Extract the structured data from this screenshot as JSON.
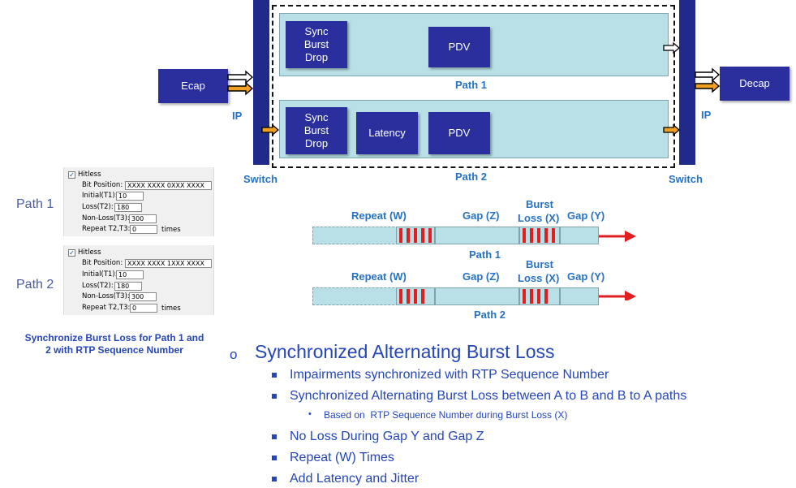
{
  "diagram": {
    "ecap_label": "Ecap",
    "decap_label": "Decap",
    "ip_left": "IP",
    "ip_right": "IP",
    "switch_left": "Switch",
    "switch_right": "Switch",
    "path1_label": "Path 1",
    "path2_label": "Path 2",
    "path1_blocks": [
      "Sync\nBurst\nDrop",
      "PDV"
    ],
    "path2_blocks": [
      "Sync\nBurst\nDrop",
      "Latency",
      "PDV"
    ]
  },
  "config_panels": [
    {
      "side_label": "Path 1",
      "hitless_label": "Hitless",
      "bit_position_label": "Bit Position:",
      "bit_position_value": "XXXX XXXX 0XXX XXXX",
      "initial_label": "Initial(T1):",
      "initial_value": "10",
      "loss_label": "Loss(T2):",
      "loss_value": "180",
      "nonloss_label": "Non-Loss(T3):",
      "nonloss_value": "300",
      "repeat_label": "Repeat T2,T3:",
      "repeat_value": "0",
      "times_label": "times"
    },
    {
      "side_label": "Path 2",
      "hitless_label": "Hitless",
      "bit_position_label": "Bit Position:",
      "bit_position_value": "XXXX XXXX 1XXX XXXX",
      "initial_label": "Initial(T1):",
      "initial_value": "10",
      "loss_label": "Loss(T2):",
      "loss_value": "180",
      "nonloss_label": "Non-Loss(T3):",
      "nonloss_value": "300",
      "repeat_label": "Repeat T2,T3:",
      "repeat_value": "0",
      "times_label": "times"
    }
  ],
  "caption": "Synchronize Burst Loss for Path 1 and\n2 with RTP Sequence Number",
  "timelines": [
    {
      "repeat_label": "Repeat (W)",
      "gap_z_label": "Gap (Z)",
      "burst_label_1": "Burst",
      "burst_label_2": "Loss (X)",
      "gap_y_label": "Gap (Y)",
      "path_label": "Path 1"
    },
    {
      "repeat_label": "Repeat (W)",
      "gap_z_label": "Gap (Z)",
      "burst_label_1": "Burst",
      "burst_label_2": "Loss (X)",
      "gap_y_label": "Gap (Y)",
      "path_label": "Path 2"
    }
  ],
  "bullets": {
    "marker": "o",
    "heading": "Synchronized Alternating Burst Loss",
    "items": [
      "Impairments synchronized with RTP Sequence Number",
      "Synchronized Alternating Burst Loss between A to B and B to A paths",
      "No Loss During Gap Y and Gap Z",
      "Repeat (W) Times",
      "Add Latency and Jitter"
    ],
    "sub_bullet_marker": "•",
    "sub_item": "Based on  RTP Sequence Number during Burst Loss (X)"
  },
  "colors": {
    "switch": "#1f2a8a",
    "block": "#2b2f9e",
    "path_fill": "#b9e0e6",
    "label_blue": "#2672c6",
    "loss_red": "#e02020",
    "arrow_orange": "#f0a020"
  }
}
